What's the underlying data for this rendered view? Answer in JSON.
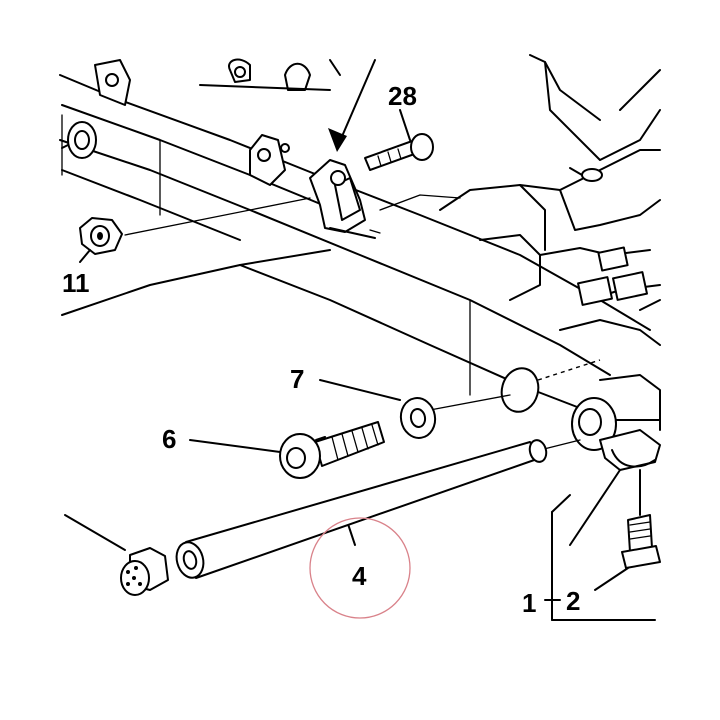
{
  "diagram": {
    "callouts": {
      "c28": "28",
      "c11": "11",
      "c7": "7",
      "c6": "6",
      "c4": "4",
      "c1": "1",
      "c2": "2"
    },
    "highlight_circle_color": "#d9828a"
  }
}
